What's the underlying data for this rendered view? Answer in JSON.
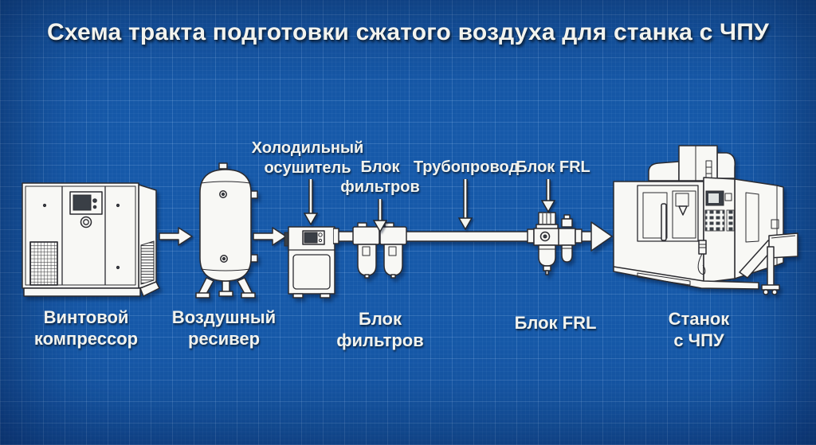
{
  "title": "Схема тракта подготовки сжатого воздуха для станка с ЧПУ",
  "callouts": {
    "dryer": "Холодильный\nосушитель",
    "filters": "Блок\nфильтров",
    "pipeline": "Трубопровод",
    "frl": "Блок FRL"
  },
  "labels": {
    "compressor": "Винтовой\nкомпрессор",
    "receiver": "Воздушный\nресивер",
    "filters": "Блок\nфильтров",
    "frl": "Блок FRL",
    "cnc": "Станок\nс ЧПУ"
  },
  "colors": {
    "background": "#1659a9",
    "background_edge": "#0d4286",
    "grid_line": "#4a86cd",
    "machine_fill": "#f8f8f5",
    "machine_outline": "#2b2b30",
    "label_text": "#f2f3ee"
  }
}
